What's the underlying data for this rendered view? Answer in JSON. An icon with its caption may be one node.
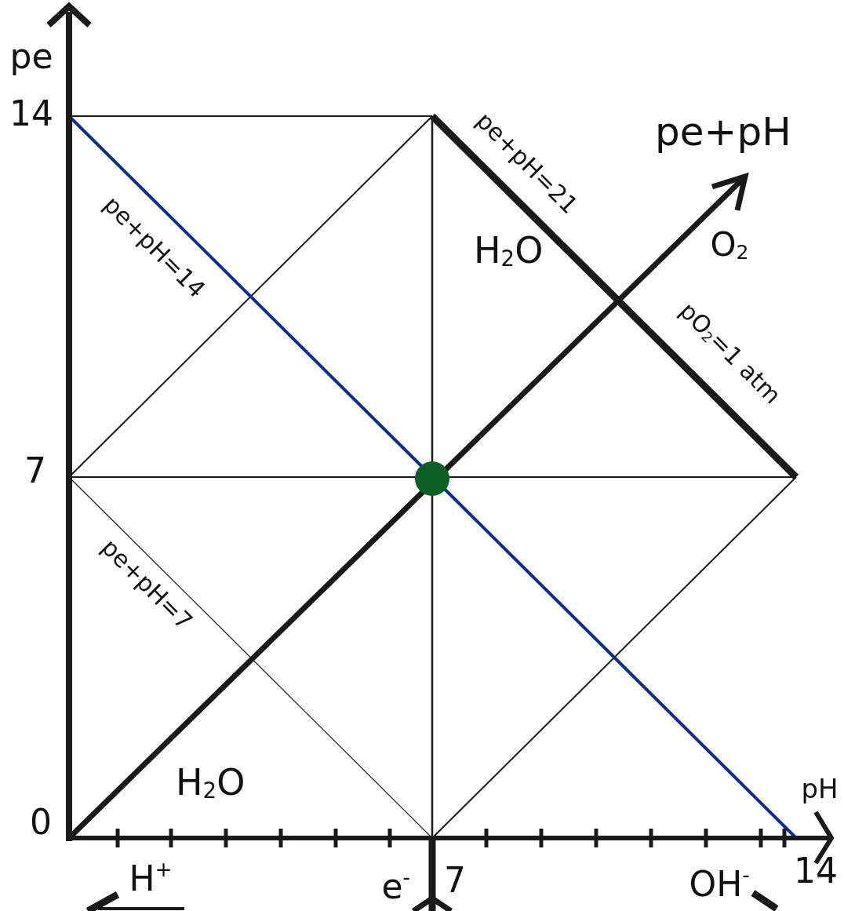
{
  "diagram": {
    "labels": [
      "pe",
      "14",
      "pe+pH=21",
      "pe+pH",
      "pe+pH=14",
      "H$_{2}$O",
      "O$_{2}$",
      "pO$_{2}$=1 atm",
      "7",
      "pe+pH=7",
      "H$_{2}$O",
      "pH",
      "0",
      "H$^{+}$",
      "e$^{-}$",
      "7",
      "OH$^{-}$",
      "14"
    ]
  }
}
